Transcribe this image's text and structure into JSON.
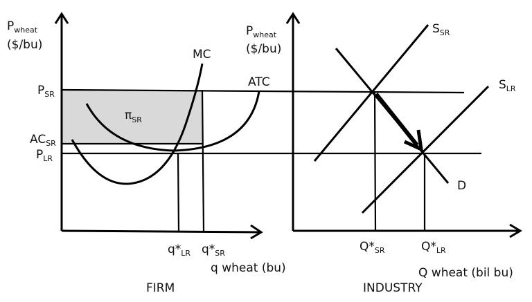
{
  "firm": {
    "y_axis": {
      "main": "P",
      "sub": "wheat",
      "unit": "($/bu)"
    },
    "x_axis": "q wheat (bu)",
    "title": "FIRM",
    "mc": "MC",
    "atc": "ATC",
    "p_sr": {
      "main": "P",
      "sub": "SR"
    },
    "p_lr": {
      "main": "P",
      "sub": "LR"
    },
    "ac_sr": {
      "main": "AC",
      "sub": "SR"
    },
    "profit": {
      "main": "π",
      "sub": "SR"
    },
    "q_lr": {
      "main": "q*",
      "sub": "LR"
    },
    "q_sr": {
      "main": "q*",
      "sub": "SR"
    },
    "profit_fill": "#d9d9d9"
  },
  "industry": {
    "y_axis": {
      "main": "P",
      "sub": "wheat",
      "unit": "($/bu)"
    },
    "x_axis": "Q wheat (bil bu)",
    "title": "INDUSTRY",
    "s_sr": {
      "main": "S",
      "sub": "SR"
    },
    "s_lr": {
      "main": "S",
      "sub": "LR"
    },
    "demand": "D",
    "q_sr": {
      "main": "Q*",
      "sub": "SR"
    },
    "q_lr": {
      "main": "Q*",
      "sub": "LR"
    }
  }
}
